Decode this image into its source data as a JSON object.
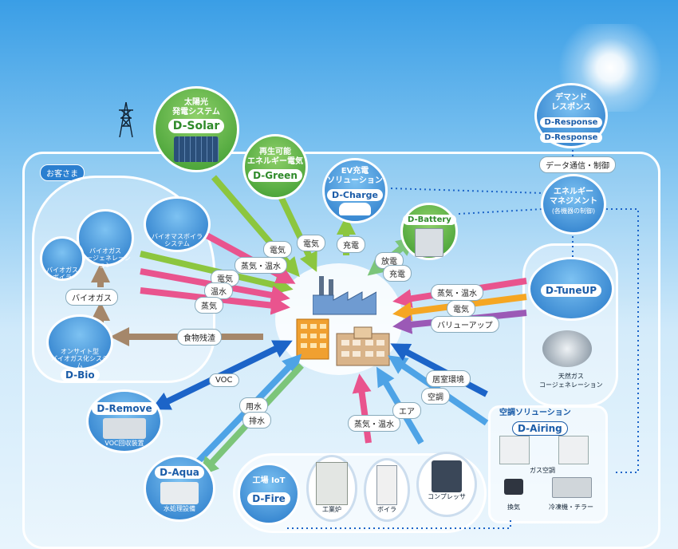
{
  "customer_label": "お客さま",
  "solar": {
    "line1": "太陽光",
    "line2": "発電システム",
    "brand": "D-Solar"
  },
  "green": {
    "line1": "再生可能",
    "line2": "エネルギー電気",
    "brand": "D-Green"
  },
  "charge": {
    "line1": "EV充電",
    "line2": "ソリューション",
    "brand": "D-Charge"
  },
  "battery": {
    "brand": "D-Battery"
  },
  "response": {
    "line1": "デマンド",
    "line2": "レスポンス",
    "brand1": "D-Response",
    "brand2": "D-Response"
  },
  "data_comm": "データ通信・制御",
  "energy_mgmt": {
    "line1": "エネルギー",
    "line2": "マネジメント",
    "note": "(各機器の制御)"
  },
  "tuneup": {
    "brand": "D-TuneUP",
    "caption_line1": "天然ガス",
    "caption_line2": "コージェネレーション"
  },
  "bio": {
    "brand": "D-Bio",
    "biomass": "バイオマスボイラ\nシステム",
    "biogas_cogen": "バイオガス\nコージェネレーション",
    "biogas_boiler": "バイオガス\nボイラ",
    "onsite": "オンサイト型\nバイオガス化システム",
    "biogas_label": "バイオガス"
  },
  "remove": {
    "brand": "D-Remove",
    "caption": "VOC回収装置"
  },
  "aqua": {
    "brand": "D-Aqua",
    "caption": "水処理設備"
  },
  "fire": {
    "title": "工場 IoT",
    "brand": "D-Fire",
    "items": [
      "工業炉",
      "ボイラ",
      "コンプレッサ"
    ]
  },
  "airing": {
    "title": "空調ソリューション",
    "brand": "D-Airing",
    "items": [
      "ガス空調",
      "換気",
      "冷凍機・チラー"
    ]
  },
  "flows": {
    "denki1": "電気",
    "denki2": "電気",
    "denki3": "電気",
    "denki4": "電気",
    "steam_hot1": "蒸気・温水",
    "onsui": "温水",
    "jouki": "蒸気",
    "juuden1": "充電",
    "houden": "放電",
    "juuden2": "充電",
    "steam_hot2": "蒸気・温水",
    "value_up": "バリューアップ",
    "food_waste": "食物残渣",
    "voc": "VOC",
    "yousui": "用水",
    "haisui": "排水",
    "steam_hot3": "蒸気・温水",
    "air": "エア",
    "kuuchou": "空調",
    "indoor": "居室環境"
  },
  "colors": {
    "green": "#8cc63f",
    "pink": "#e9548e",
    "orange": "#f5a623",
    "purple": "#9b59b6",
    "blue": "#1c64c8",
    "brown": "#a5876a",
    "light_green": "#7cc57a"
  }
}
